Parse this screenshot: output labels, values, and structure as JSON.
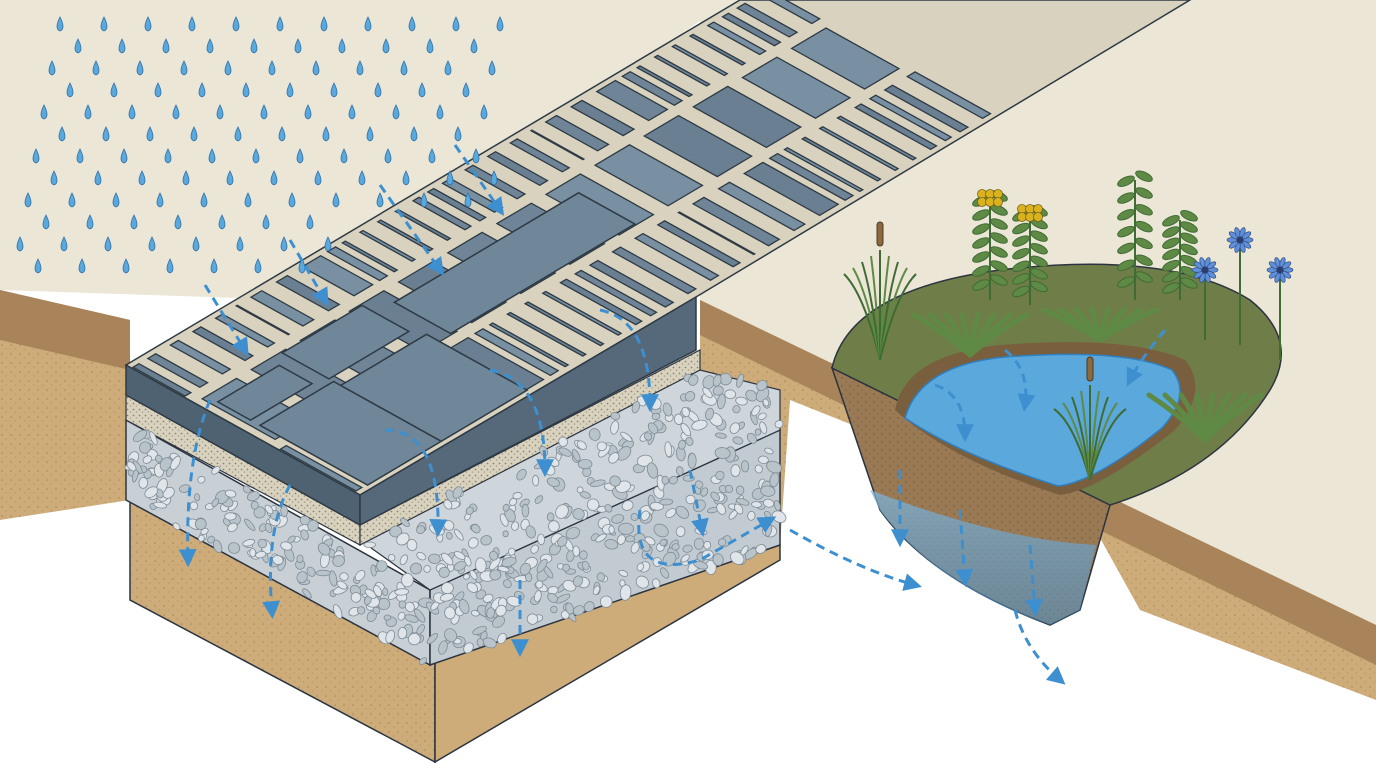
{
  "diagram": {
    "kind": "permeable-paving-and-rain-garden-cross-section",
    "labels": [],
    "layers": {
      "paver_surface": "permeable-pavers",
      "joint_fill": "fine-aggregate",
      "bedding": "choker-course",
      "base": "open-graded-stone-reservoir",
      "subgrade": "native-soil",
      "garden_basin": "rain-garden-bioretention",
      "basin_soil": "engineered-soil-media"
    },
    "flows": {
      "rain": "rain-drops",
      "infiltration": "through-joints-into-stone",
      "conveyance": "lateral-to-rain-garden",
      "recharge": "deep-infiltration"
    },
    "plants": [
      "rushes",
      "goldenrod",
      "shrub",
      "asters",
      "sedges",
      "succulents"
    ]
  },
  "colors": {
    "background": "#ffffff",
    "ground_surface": "#ece6d7",
    "soil_top": "#a9845a",
    "soil": "#cdac7a",
    "paver": "#6f8597",
    "paver_side": "#4f6272",
    "paver_outline": "#2e3a44",
    "joint": "#d9d2bf",
    "gravel": "#c8d0d6",
    "gravel_dark": "#7f8c96",
    "water": "#5aa8dc",
    "water_dark": "#2f7fbf",
    "arrow": "#3d8fd0",
    "plant_green": "#5f8a45",
    "plant_dark": "#3f6b34",
    "goldenrod": "#d9b21f",
    "aster": "#5f8fd8",
    "outline": "#2b3440"
  }
}
